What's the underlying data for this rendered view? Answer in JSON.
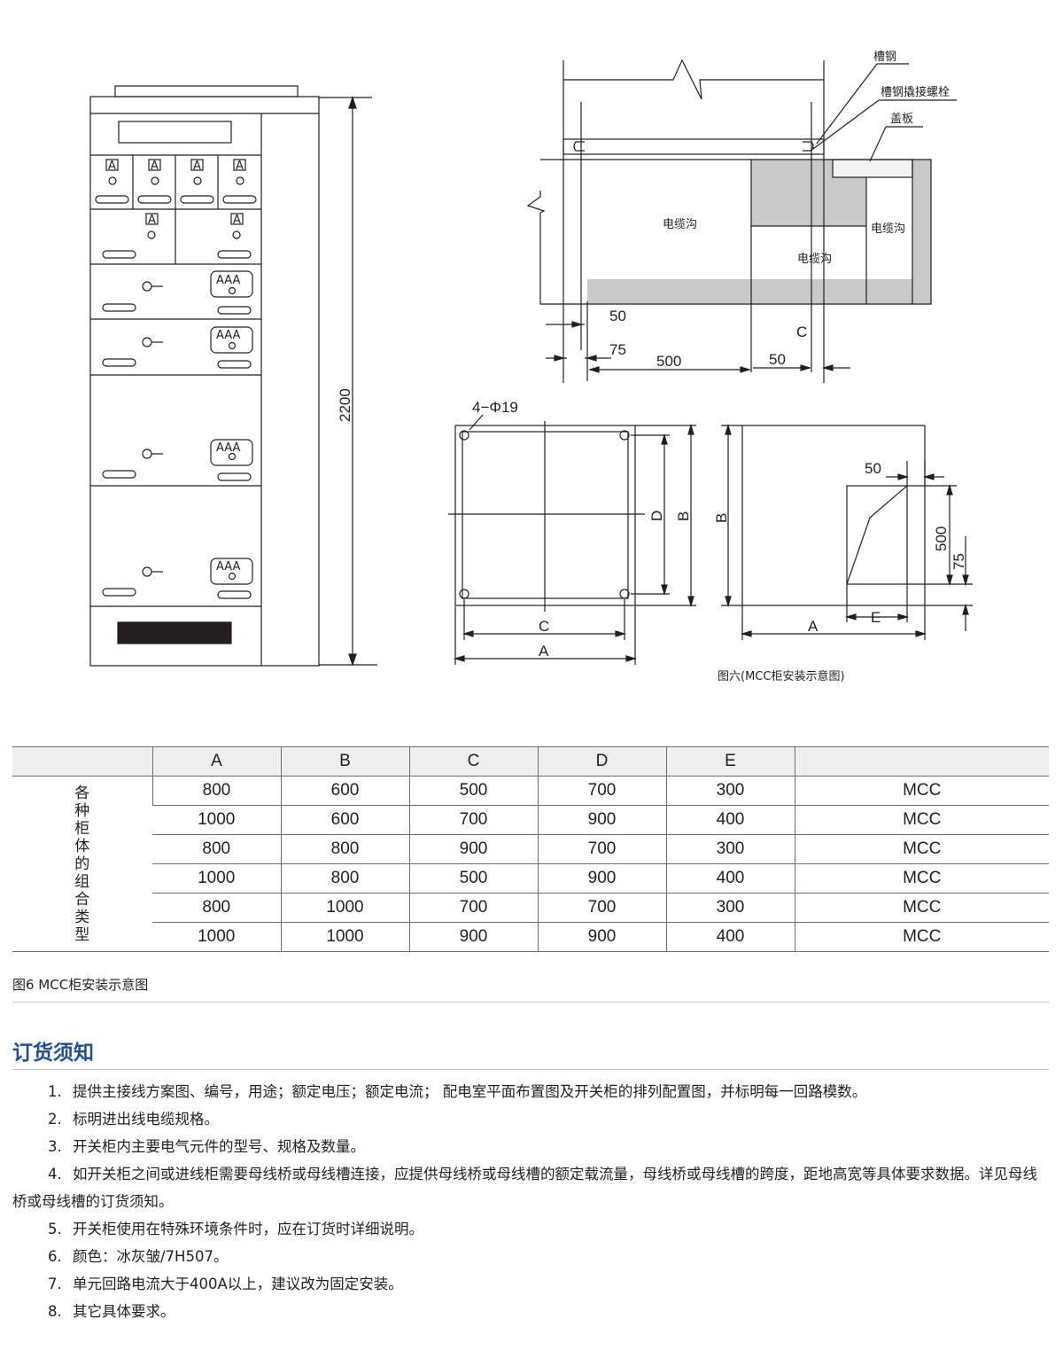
{
  "drawing_labels": {
    "height_2200": "2200",
    "channel_steel": "槽钢",
    "channel_bolt": "槽钢撬接螺栓",
    "cover_plate": "盖板",
    "cable_trench": "电缆沟",
    "dim_50": "50",
    "dim_75": "75",
    "dim_500": "500",
    "dim_C": "C",
    "holes": "4−Φ19",
    "dim_A": "A",
    "dim_B": "B",
    "dim_D": "D",
    "dim_E": "E",
    "meter_A": "A",
    "meter_AAA": "AAA",
    "figure6_caption": "图六(MCC柜安装示意图)"
  },
  "table": {
    "headers": [
      "",
      "A",
      "B",
      "C",
      "D",
      "E",
      ""
    ],
    "row_label": "各种柜体的组合类型",
    "rows": [
      [
        "800",
        "600",
        "500",
        "700",
        "300",
        "MCC"
      ],
      [
        "1000",
        "600",
        "700",
        "900",
        "400",
        "MCC"
      ],
      [
        "800",
        "800",
        "900",
        "700",
        "300",
        "MCC"
      ],
      [
        "1000",
        "800",
        "500",
        "900",
        "400",
        "MCC"
      ],
      [
        "800",
        "1000",
        "700",
        "700",
        "300",
        "MCC"
      ],
      [
        "1000",
        "1000",
        "900",
        "900",
        "400",
        "MCC"
      ]
    ]
  },
  "figure_caption": "图6  MCC柜安装示意图",
  "section_title": "订货须知",
  "notes": [
    {
      "num": "1.",
      "text": "提供主接线方案图、编号，用途；额定电压；额定电流；  配电室平面布置图及开关柜的排列配置图，并标明每一回路模数。"
    },
    {
      "num": "2.",
      "text": "标明进出线电缆规格。"
    },
    {
      "num": "3.",
      "text": "开关柜内主要电气元件的型号、规格及数量。"
    },
    {
      "num": "4.",
      "text": "如开关柜之间或进线柜需要母线桥或母线槽连接，应提供母线桥或母线槽的额定载流量，母线桥或母线槽的跨度，距地高宽等具体要求数据。详见母线桥或母线槽的订货须知。"
    },
    {
      "num": "5.",
      "text": "开关柜使用在特殊环境条件时，应在订货时详细说明。"
    },
    {
      "num": "6.",
      "text": "颜色：冰灰皱/7H507。"
    },
    {
      "num": "7.",
      "text": "单元回路电流大于400A以上，建议改为固定安装。"
    },
    {
      "num": "8.",
      "text": "其它具体要求。"
    }
  ],
  "colors": {
    "title_blue": "#1f4e9b",
    "line": "#231f20",
    "fill_gray": "#c9c9c9",
    "header_gray": "#eeeeee"
  }
}
